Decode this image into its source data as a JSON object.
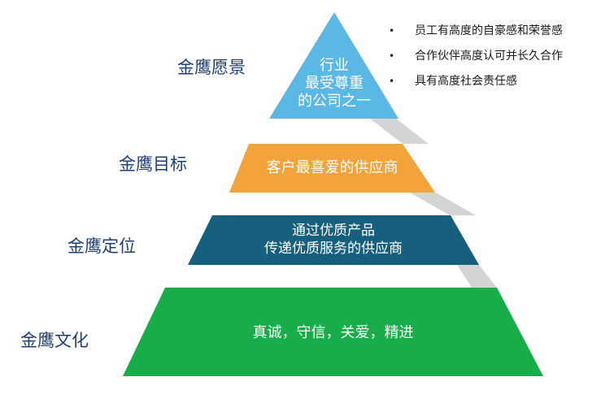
{
  "tiers": [
    {
      "side_label": "金鹰愿景",
      "lines": [
        "行业",
        "最受尊重",
        "的公司之一"
      ],
      "color": "#5bb8e4"
    },
    {
      "side_label": "金鹰目标",
      "lines": [
        "客户最喜爱的供应商"
      ],
      "color": "#f2a33a"
    },
    {
      "side_label": "金鹰定位",
      "lines": [
        "通过优质产品",
        "传递优质服务的供应商"
      ],
      "color": "#16607e"
    },
    {
      "side_label": "金鹰文化",
      "lines": [
        "真诚，守信，关爱，精进"
      ],
      "color": "#19ad4a"
    }
  ],
  "vision_bullets": [
    "员工有高度的自豪感和荣誉感",
    "合作伙伴高度认可并长久合作",
    "具有高度社会责任感"
  ],
  "connector_color": "#d4d4d4"
}
